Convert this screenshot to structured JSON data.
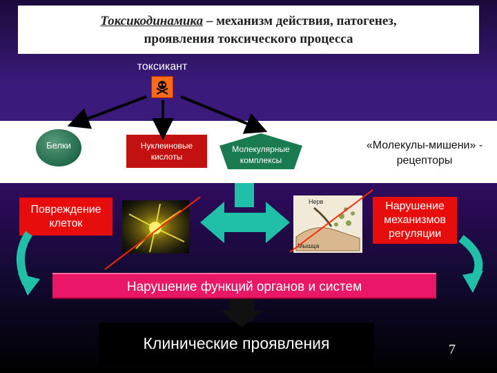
{
  "title": {
    "term": "Токсикодинамика",
    "rest": " – механизм действия, патогенез,",
    "line2": "проявления токсического процесса"
  },
  "toxicant": {
    "label": "токсикант",
    "icon": "skull-crossbones-icon",
    "icon_color": "#ff6a1a"
  },
  "targets": {
    "proteins": "Белки",
    "nucleic_acids_line1": "Нуклеиновые",
    "nucleic_acids_line2": "кислоты",
    "molecular_line1": "Молекулярные",
    "molecular_line2": "комплексы",
    "receptors_line1": "«Молекулы-мишени» -",
    "receptors_line2": "рецепторы"
  },
  "effects": {
    "cell_damage_line1": "Повреждение",
    "cell_damage_line2": "клеток",
    "regulation_line1": "Нарушение",
    "regulation_line2": "механизмов",
    "regulation_line3": "регуляции",
    "nerve_label": "Нерв",
    "muscle_label": "Мышца"
  },
  "organs": "Нарушение функций органов и систем",
  "clinical": "Клинические проявления",
  "page_number": "7",
  "colors": {
    "red_box": "#e80d0d",
    "pink_bar": "#ea1766",
    "teal_arrow": "#20c0a8",
    "dark_red_box": "#c31010",
    "pentagon": "#1a7a50"
  }
}
